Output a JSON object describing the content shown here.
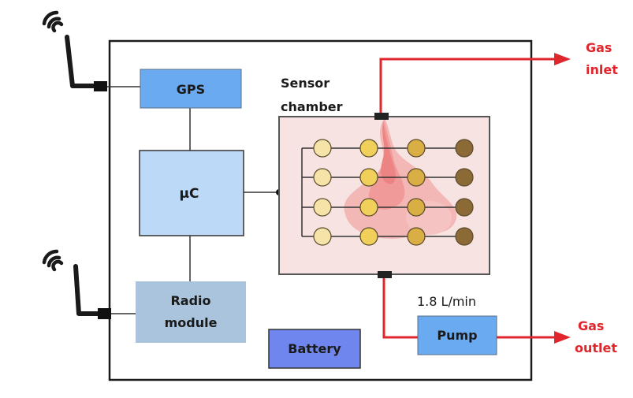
{
  "blocks": {
    "gps": "GPS",
    "mcu": "µC",
    "radio_line1": "Radio",
    "radio_line2": "module",
    "battery": "Battery",
    "pump": "Pump"
  },
  "sensor_chamber": {
    "line1": "Sensor",
    "line2": "chamber",
    "sensor_rows": 4,
    "sensor_cols": 4
  },
  "flow": {
    "pump_rate": "1.8 L/min",
    "inlet_line1": "Gas",
    "inlet_line2": "inlet",
    "outlet_line1": "Gas",
    "outlet_line2": "outlet"
  },
  "colors": {
    "gps_fill": "#6aaaf0",
    "mcu_fill": "#bcd9f7",
    "radio_fill": "#a9c4dc",
    "battery_fill": "#6f86ee",
    "pump_fill": "#6aaaf0",
    "chamber_fill": "#f7e4e2",
    "gas_line": "#e0262d",
    "sensor_col1": "#f6e3a8",
    "sensor_col2": "#f1cf5b",
    "sensor_col3": "#d8ae45",
    "sensor_col4": "#8b6a36"
  }
}
